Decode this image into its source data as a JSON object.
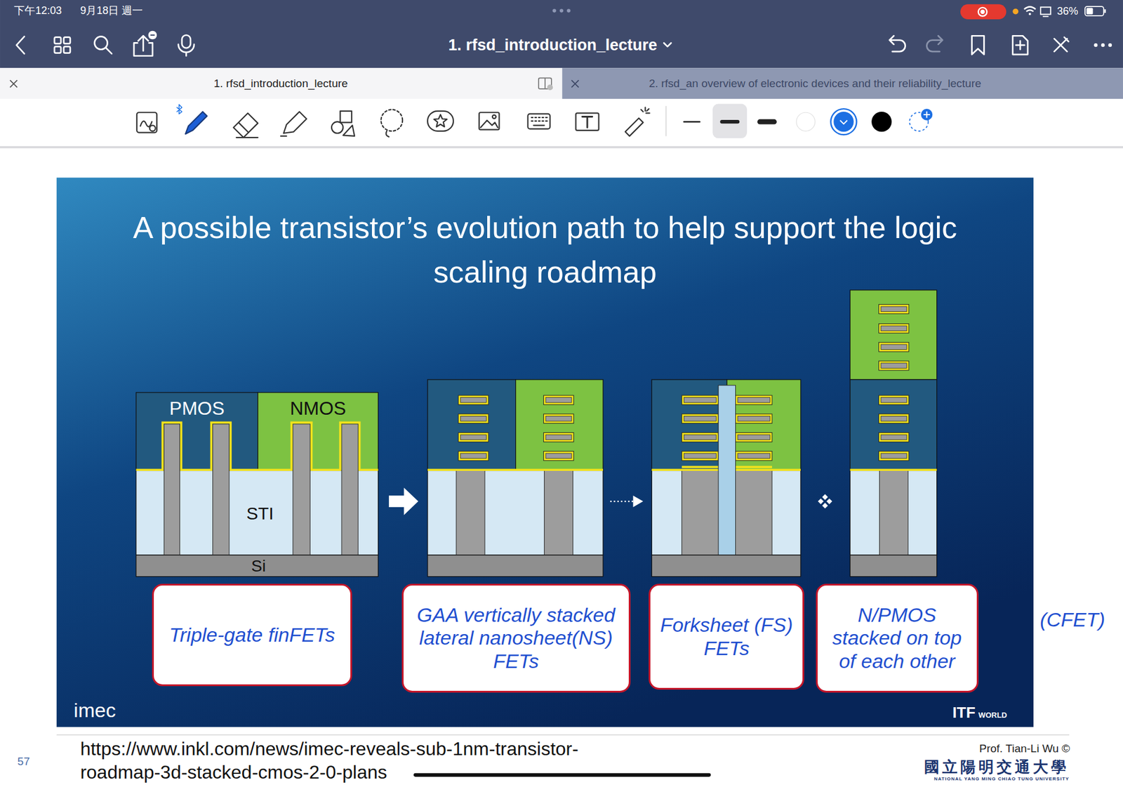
{
  "diagram": {
    "title": "A possible transistor’s evolution path to help support the logic scaling roadmap",
    "nodes": [
      {
        "text": [
          "PMOS"
        ]
      },
      {
        "text": [
          "NMOS"
        ]
      },
      {
        "text": [
          "Triple-gate finFETs"
        ]
      },
      {
        "text": [
          "GAA vertically stacked lateral nanosheet(NS) FETs"
        ]
      },
      {
        "text": [
          "Forksheet (FS) FETs"
        ]
      },
      {
        "text": [
          "N/PMOS stacked on top of each other"
        ]
      }
    ],
    "labels": [
      "下午12:03",
      "9月18日 週一",
      "36%",
      "1. rfsd_introduction_lecture",
      "1. rfsd_introduction_lecture",
      "2. rfsd_an overview of electronic devices and their reliability_lecture",
      "STI",
      "Si",
      "(CFET)",
      "imec",
      "ITF",
      "WORLD",
      "57",
      "https://www.inkl.com/news/imec-reveals-sub-1nm-transistor-roadmap-3d-stacked-cmos-2-0-plans",
      "Prof. Tian-Li Wu ©",
      "國立陽明交通大學",
      "NATIONAL YANG MING CHIAO TUNG UNIVERSITY"
    ]
  }
}
